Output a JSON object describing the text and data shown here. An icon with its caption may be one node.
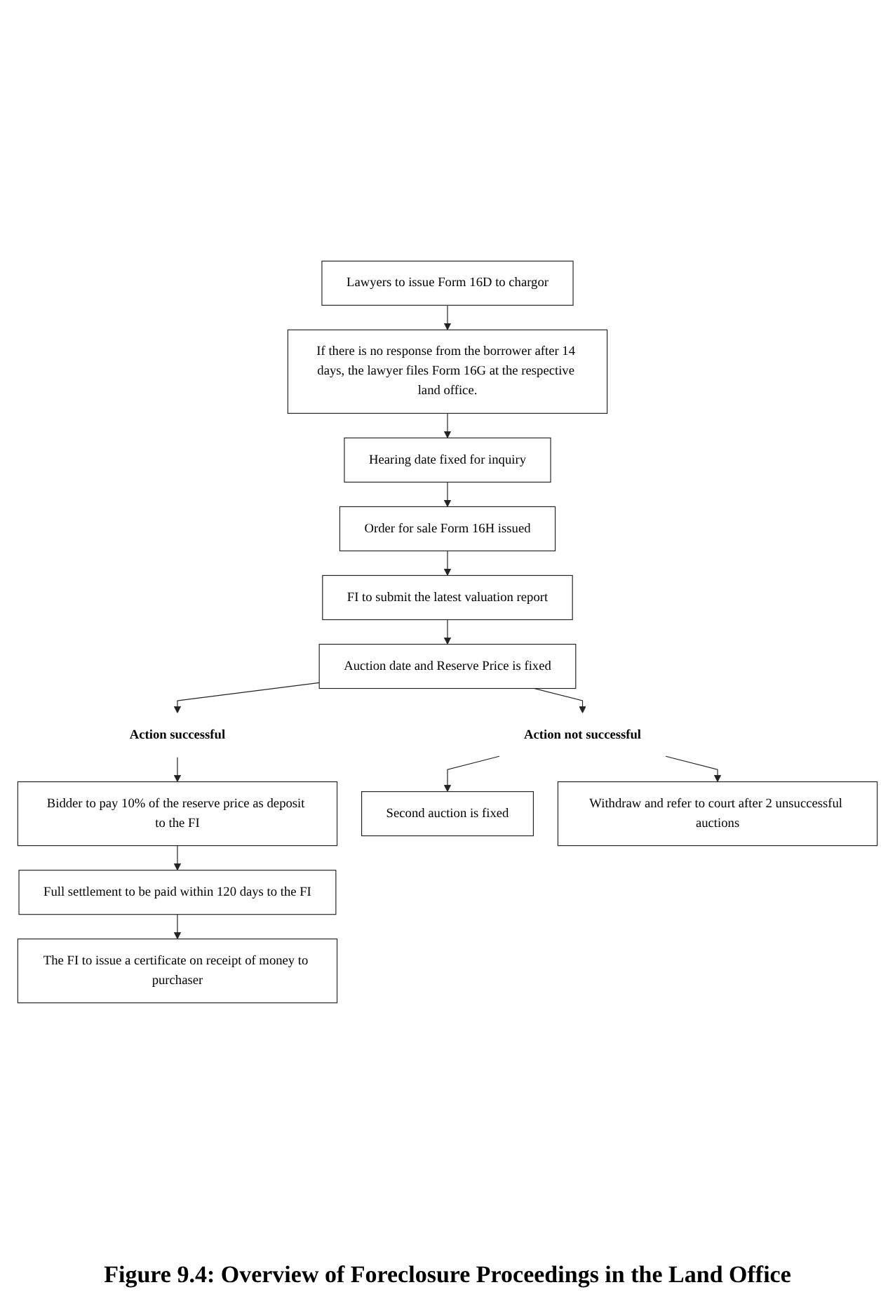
{
  "diagram": {
    "caption": "Figure 9.4: Overview of Foreclosure Proceedings in the Land Office",
    "nodes": [
      {
        "text": [
          "Lawyers to issue Form 16D to chargor"
        ]
      },
      {
        "text": [
          "If there is no response from the borrower after 14 days, the lawyer files Form 16G at the respective land office."
        ]
      },
      {
        "text": [
          "Hearing date fixed for inquiry"
        ]
      },
      {
        "text": [
          "Order for sale Form 16H issued"
        ]
      },
      {
        "text": [
          "FI to submit the latest valuation report"
        ]
      },
      {
        "text": [
          "Auction date and Reserve Price is fixed"
        ]
      },
      {
        "text": [
          "Action successful"
        ]
      },
      {
        "text": [
          "Action not successful"
        ]
      },
      {
        "text": [
          "Bidder to pay 10% of the reserve price as deposit to the FI"
        ]
      },
      {
        "text": [
          "Full settlement to be paid within 120 days to the FI"
        ]
      },
      {
        "text": [
          "The FI to issue a certificate on receipt of money to purchaser"
        ]
      },
      {
        "text": [
          "Second auction is fixed"
        ]
      },
      {
        "text": [
          "Withdraw and refer to court after 2 unsuccessful auctions"
        ]
      }
    ],
    "edges": [
      {
        "from": 0,
        "to": 1,
        "arrow": "to"
      },
      {
        "from": 1,
        "to": 2,
        "arrow": "to"
      },
      {
        "from": 2,
        "to": 3,
        "arrow": "to"
      },
      {
        "from": 3,
        "to": 4,
        "arrow": "to"
      },
      {
        "from": 4,
        "to": 5,
        "arrow": "to"
      },
      {
        "from": 5,
        "to": 6,
        "arrow": "to"
      },
      {
        "from": 5,
        "to": 7,
        "arrow": "to"
      },
      {
        "from": 6,
        "to": 8,
        "arrow": "to"
      },
      {
        "from": 8,
        "to": 9,
        "arrow": "to"
      },
      {
        "from": 9,
        "to": 10,
        "arrow": "to"
      },
      {
        "from": 7,
        "to": 11,
        "arrow": "to"
      },
      {
        "from": 7,
        "to": 12,
        "arrow": "to"
      }
    ]
  }
}
